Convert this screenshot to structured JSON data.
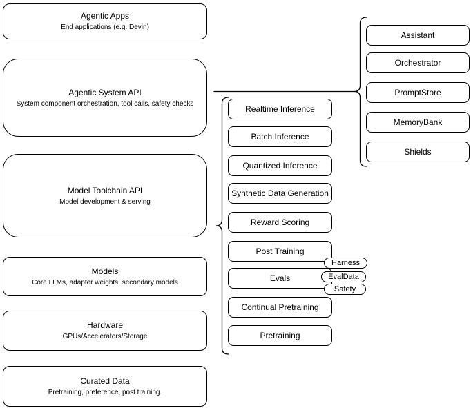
{
  "diagram": {
    "background": "#ffffff",
    "stroke_color": "#000000",
    "node_fill": "#ffffff",
    "left_stack": [
      {
        "title": "Agentic Apps",
        "subtitle": "End applications (e.g. Devin)"
      },
      {
        "title": "Agentic System API",
        "subtitle": "System component orchestration, tool calls, safety checks"
      },
      {
        "title": "Model Toolchain API",
        "subtitle": "Model development & serving"
      },
      {
        "title": "Models",
        "subtitle": "Core LLMs, adapter weights, secondary models"
      },
      {
        "title": "Hardware",
        "subtitle": "GPUs/Accelerators/Storage"
      },
      {
        "title": "Curated Data",
        "subtitle": "Pretraining, preference, post training."
      }
    ],
    "toolchain_components": [
      "Realtime Inference",
      "Batch Inference",
      "Quantized Inference",
      "Synthetic Data Generation",
      "Reward Scoring",
      "Post Training",
      "Evals",
      "Continual Pretraining",
      "Pretraining"
    ],
    "evals_badges": [
      "Harness",
      "EvalData",
      "Safety"
    ],
    "system_components": [
      "Assistant",
      "Orchestrator",
      "PromptStore",
      "MemoryBank",
      "Shields"
    ]
  }
}
